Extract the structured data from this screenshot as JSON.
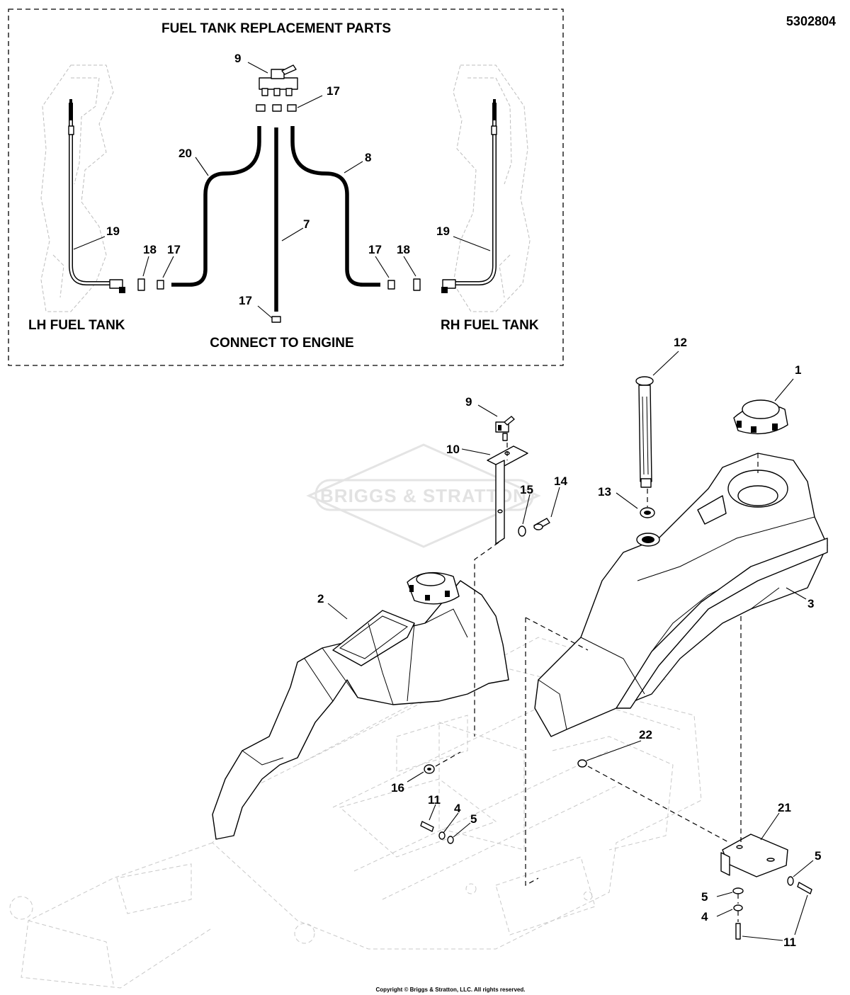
{
  "diagram": {
    "document_number": "5302804",
    "inset": {
      "title": "FUEL TANK REPLACEMENT PARTS",
      "labels": {
        "lh_tank": "LH FUEL TANK",
        "rh_tank": "RH FUEL TANK",
        "engine": "CONNECT TO ENGINE"
      },
      "callouts": {
        "valve": "9",
        "clamps_top": "17",
        "hose_left": "20",
        "hose_right": "8",
        "hose_center": "7",
        "fuel_line_left": "19",
        "fuel_line_right": "19",
        "fitting_left": "18",
        "clamp_left": "17",
        "clamp_right": "17",
        "fitting_right": "18",
        "clamp_bottom": "17"
      }
    },
    "main": {
      "callouts": {
        "cap": "1",
        "lh_tank": "2",
        "rh_tank": "3",
        "gauge": "12",
        "grommet": "13",
        "valve": "9",
        "bracket": "10",
        "washer_15": "15",
        "screw_14": "14",
        "nut_16": "16",
        "screw_11a": "11",
        "washer_4a": "4",
        "washer_5a": "5",
        "nut_22": "22",
        "bracket_21": "21",
        "washer_5b": "5",
        "washer_5c": "5",
        "washer_4b": "4",
        "screw_11b": "11"
      }
    },
    "watermark": "BRIGGS & STRATTON",
    "copyright": "Copyright © Briggs & Stratton, LLC. All rights reserved."
  }
}
